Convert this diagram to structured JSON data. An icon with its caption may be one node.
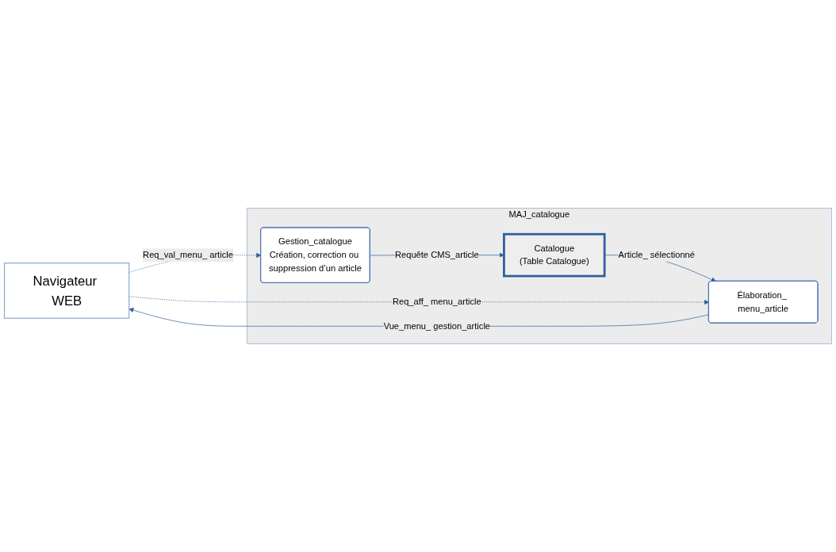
{
  "diagram": {
    "nodes": [
      {
        "text": [
          "Navigateur WEB"
        ]
      },
      {
        "text": [
          "MAJ_catalogue"
        ]
      },
      {
        "text": [
          "Gestion_catalogue",
          "Création, correction ou suppression d’un article"
        ],
        "in": 1
      },
      {
        "text": [
          "Catalogue",
          "(Table Catalogue)"
        ],
        "in": 1
      },
      {
        "text": [
          "Élaboration_ menu_article"
        ],
        "in": 1
      }
    ],
    "edges": [
      {
        "from": 0,
        "to": 2,
        "arrow": "to",
        "label": "Req_val_menu_ article",
        "style": "dashed"
      },
      {
        "from": 2,
        "to": 3,
        "arrow": "to",
        "label": "Requête CMS_article"
      },
      {
        "from": 3,
        "to": 4,
        "arrow": "to",
        "label": "Article_ sélectionné"
      },
      {
        "from": 0,
        "to": 4,
        "arrow": "to",
        "label": "Req_aff_ menu_article",
        "style": "dashed"
      },
      {
        "from": 4,
        "to": 0,
        "arrow": "to",
        "label": "Vue_menu_ gestion_article"
      }
    ]
  }
}
